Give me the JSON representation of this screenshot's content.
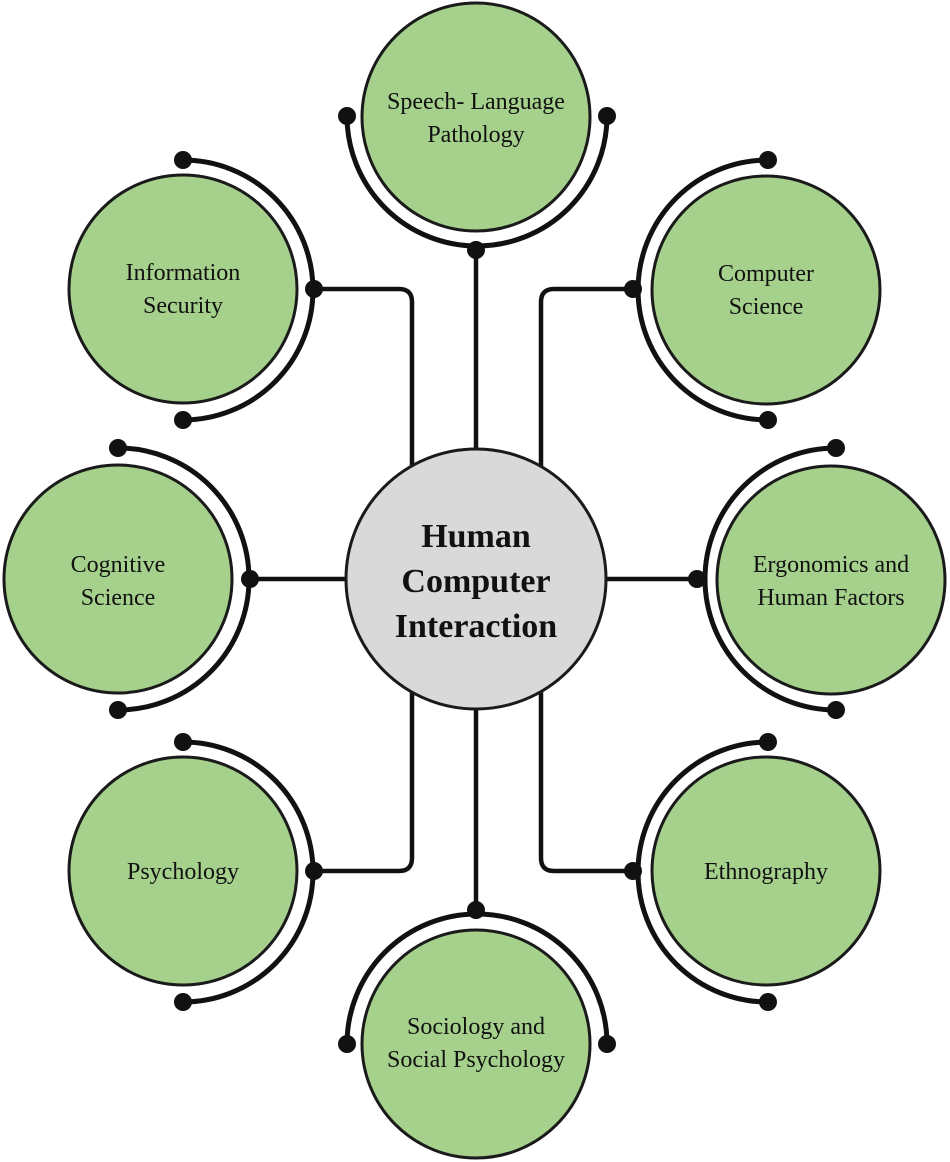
{
  "hub": {
    "lines": [
      "Human",
      "Computer",
      "Interaction"
    ]
  },
  "nodes": {
    "speech": {
      "lines": [
        "Speech- Language",
        "Pathology"
      ]
    },
    "infosec": {
      "lines": [
        "Information",
        "Security"
      ]
    },
    "compsci": {
      "lines": [
        "Computer",
        "Science"
      ]
    },
    "cogsci": {
      "lines": [
        "Cognitive",
        "Science"
      ]
    },
    "ergonomics": {
      "lines": [
        "Ergonomics and",
        "Human Factors"
      ]
    },
    "psychology": {
      "lines": [
        "Psychology"
      ]
    },
    "ethnography": {
      "lines": [
        "Ethnography"
      ]
    },
    "sociology": {
      "lines": [
        "Sociology and",
        "Social Psychology"
      ]
    }
  },
  "colors": {
    "node_fill": "#a5d18c",
    "hub_fill": "#d9d9d9",
    "line": "#111111"
  }
}
